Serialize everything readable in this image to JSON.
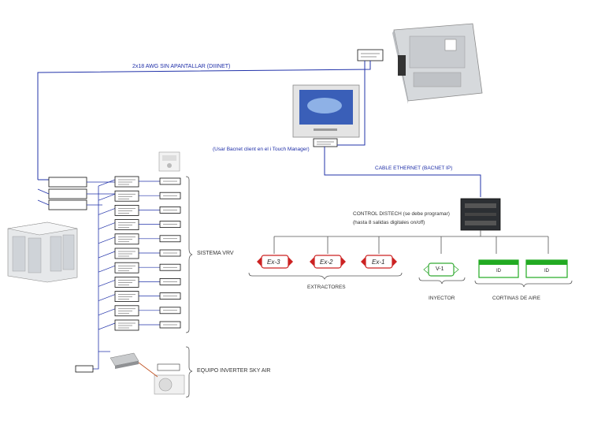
{
  "labels": {
    "diiinet_cable": "2x18 AWG SIN APANTALLAR (DIIINET)",
    "bacnet_client_note": "(Usar Bacnet client en el i Touch Manager)",
    "ethernet_cable": "CABLE ETHERNET (BACNET IP)",
    "control_title": "CONTROL DISTECH (se debe programar)",
    "control_subtitle": "(hasta 8 salidas digitales on/off)",
    "sistema_vrv": "SISTEMA VRV",
    "extractores": "EXTRACTORES",
    "inyector": "INYECTOR",
    "cortinas": "CORTINAS DE AIRE",
    "sky_air": "EQUIPO INVERTER SKY AIR"
  },
  "equipment": {
    "extractors": [
      "Ex-3",
      "Ex-2",
      "Ex-1"
    ],
    "injector": "V-1",
    "curtains": [
      "ID",
      "ID"
    ]
  },
  "colors": {
    "cable_blue": "#2233aa",
    "extractor_red": "#cc2222",
    "injector_green": "#33aa33",
    "curtain_green": "#22aa22",
    "line_grey": "#666666"
  }
}
